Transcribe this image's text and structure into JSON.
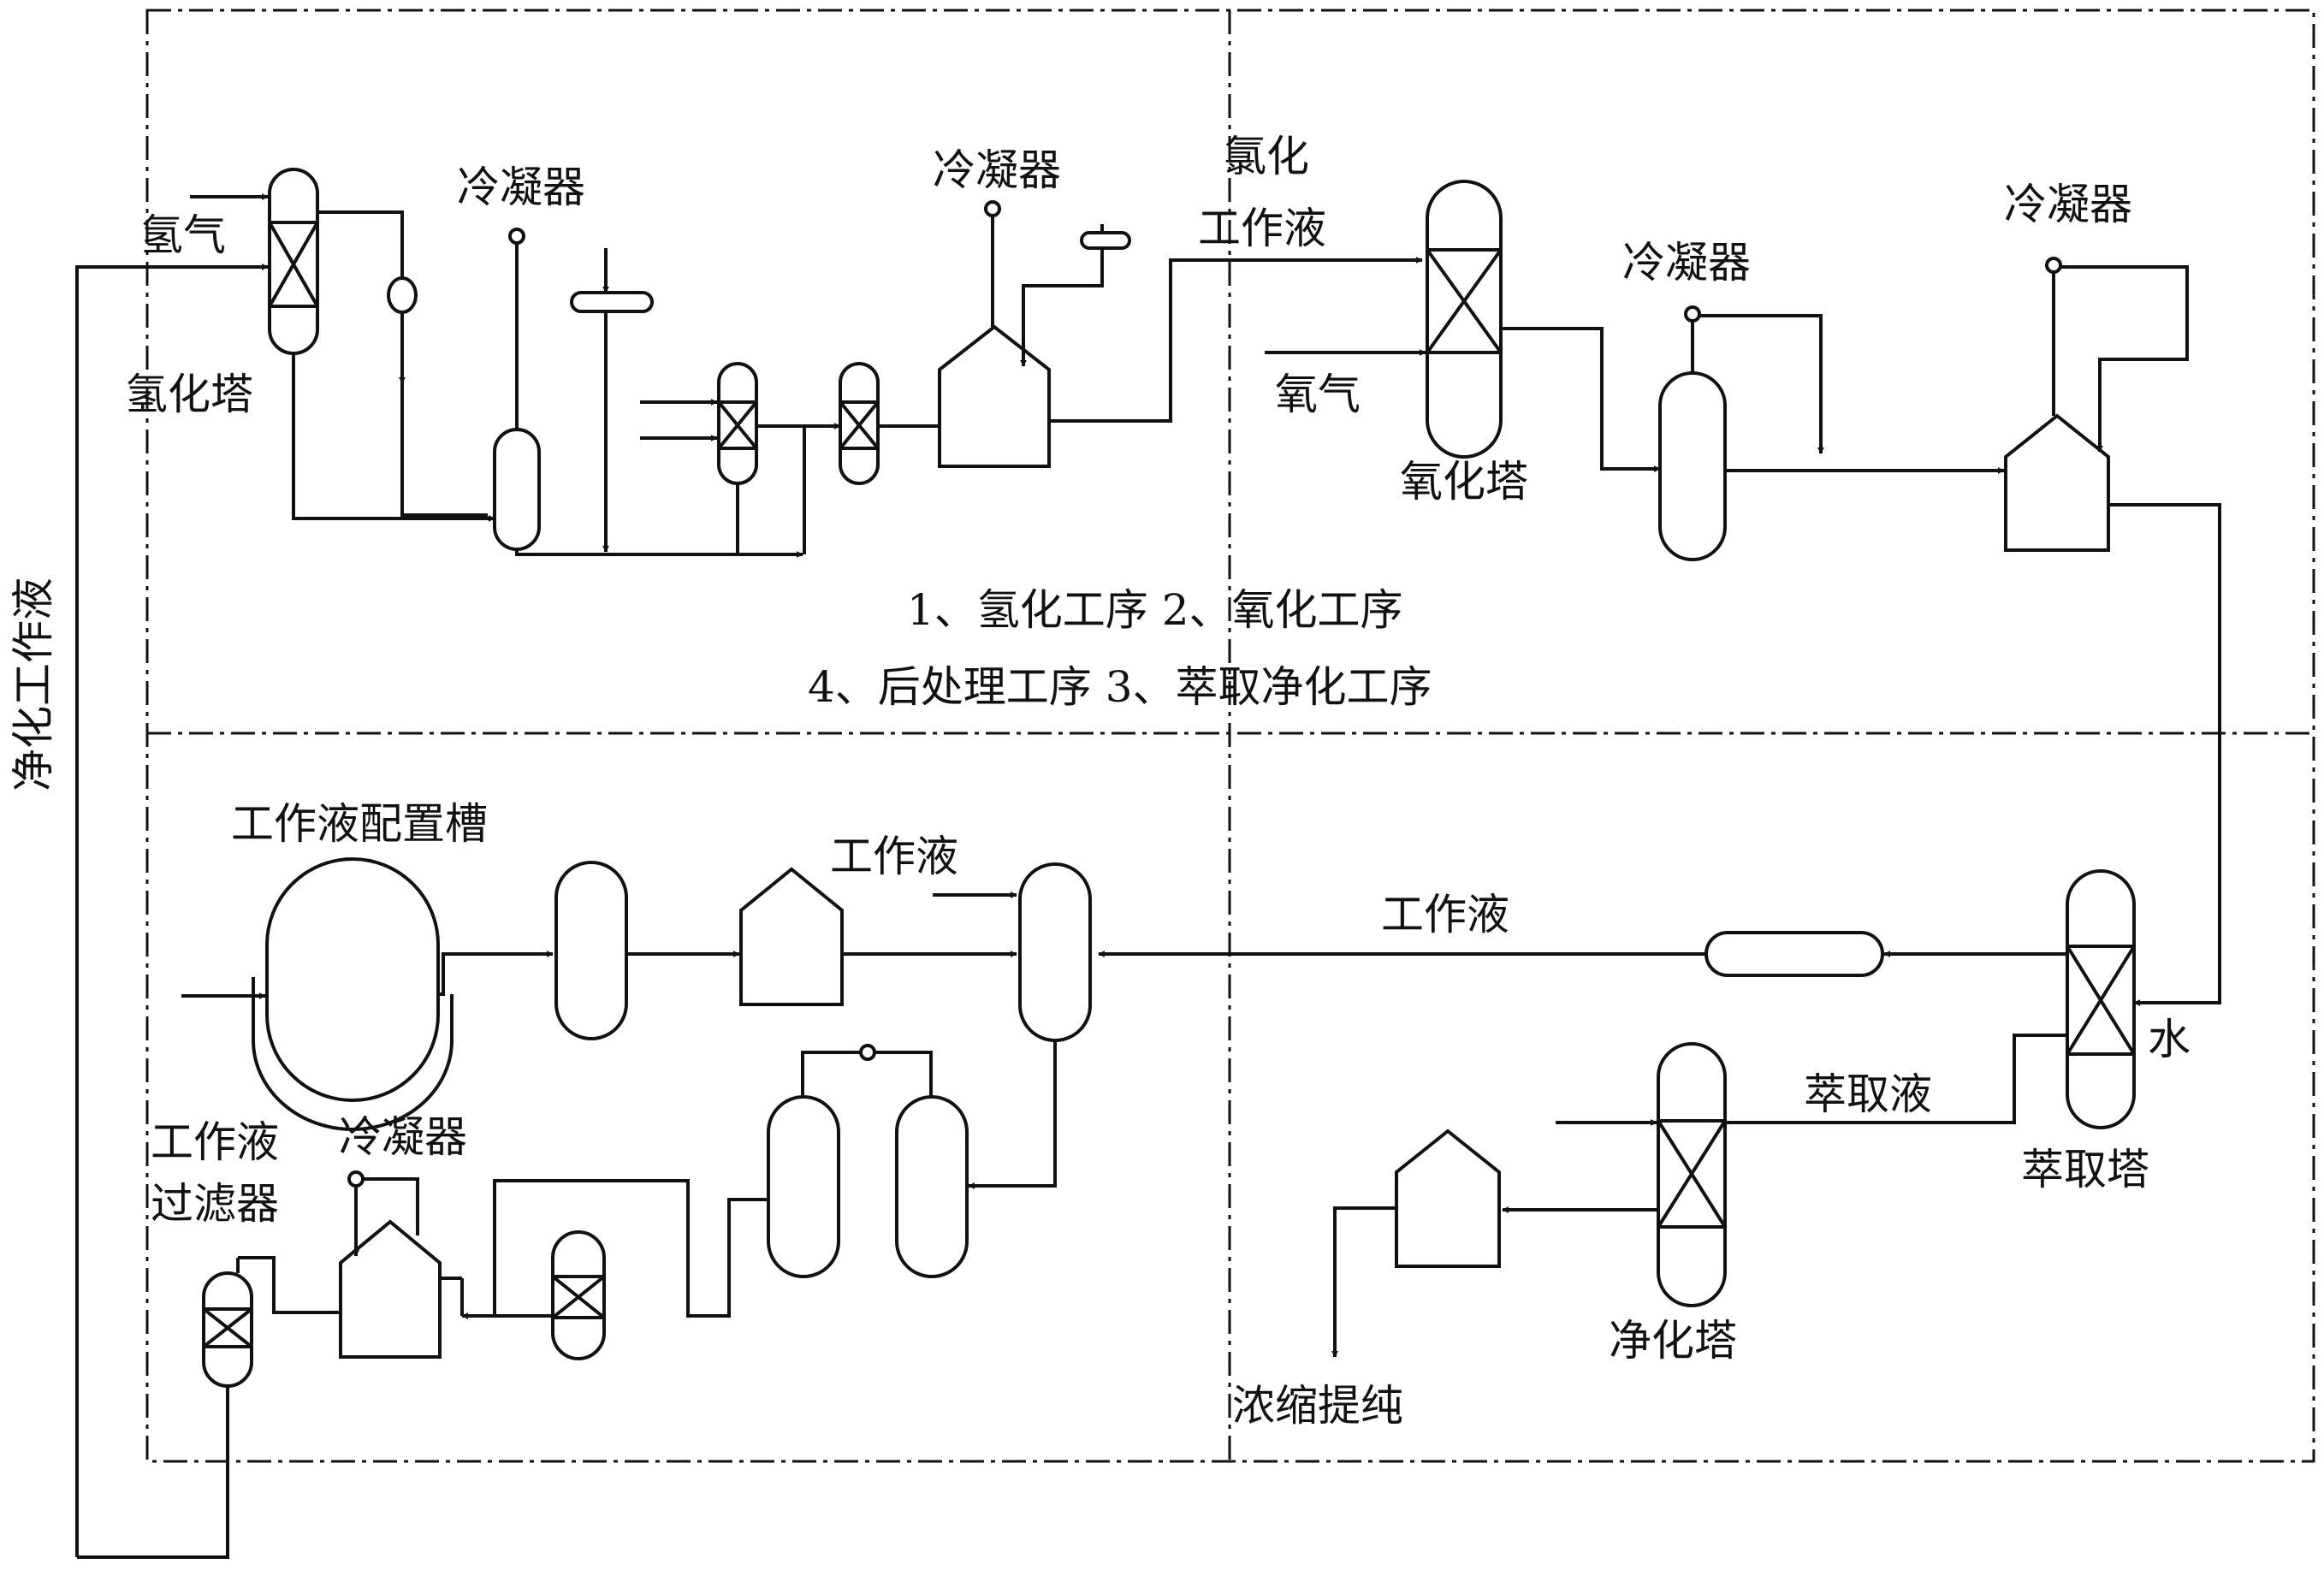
{
  "labels": {
    "hydrogen_gas": "氢气",
    "hydrogenation_tower": "氢化塔",
    "condenser_1": "冷凝器",
    "condenser_2": "冷凝器",
    "oxidized_liquid_line1": "氯化",
    "oxidized_liquid_line2": "工作液",
    "oxygen_gas": "氧气",
    "oxidation_tower": "氧化塔",
    "condenser_3": "冷凝器",
    "condenser_4": "冷凝器",
    "legend_line1": "1、氢化工序 2、氧化工序",
    "legend_line2": "4、后处理工序 3、萃取净化工序",
    "purified_working_liquid": "净化工作液",
    "prep_tank": "工作液配置槽",
    "working_liquid_inlet": "工作液",
    "working_liquid_return": "工作液",
    "water": "水",
    "extract_liquid": "萃取液",
    "extraction_tower": "萃取塔",
    "filter_line1": "工作液",
    "filter_line2": "过滤器",
    "condenser_5": "冷凝器",
    "purification_tower": "净化塔",
    "concentrate": "浓缩提纯"
  }
}
